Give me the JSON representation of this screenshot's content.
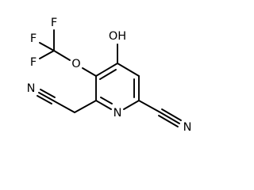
{
  "structure": {
    "atoms": {
      "F_top": "F",
      "F_left": "F",
      "F_bottom": "F",
      "O_ether": "O",
      "OH": "OH",
      "N_ring": "N",
      "N_nitrile_left": "N",
      "N_nitrile_right": "N"
    }
  }
}
